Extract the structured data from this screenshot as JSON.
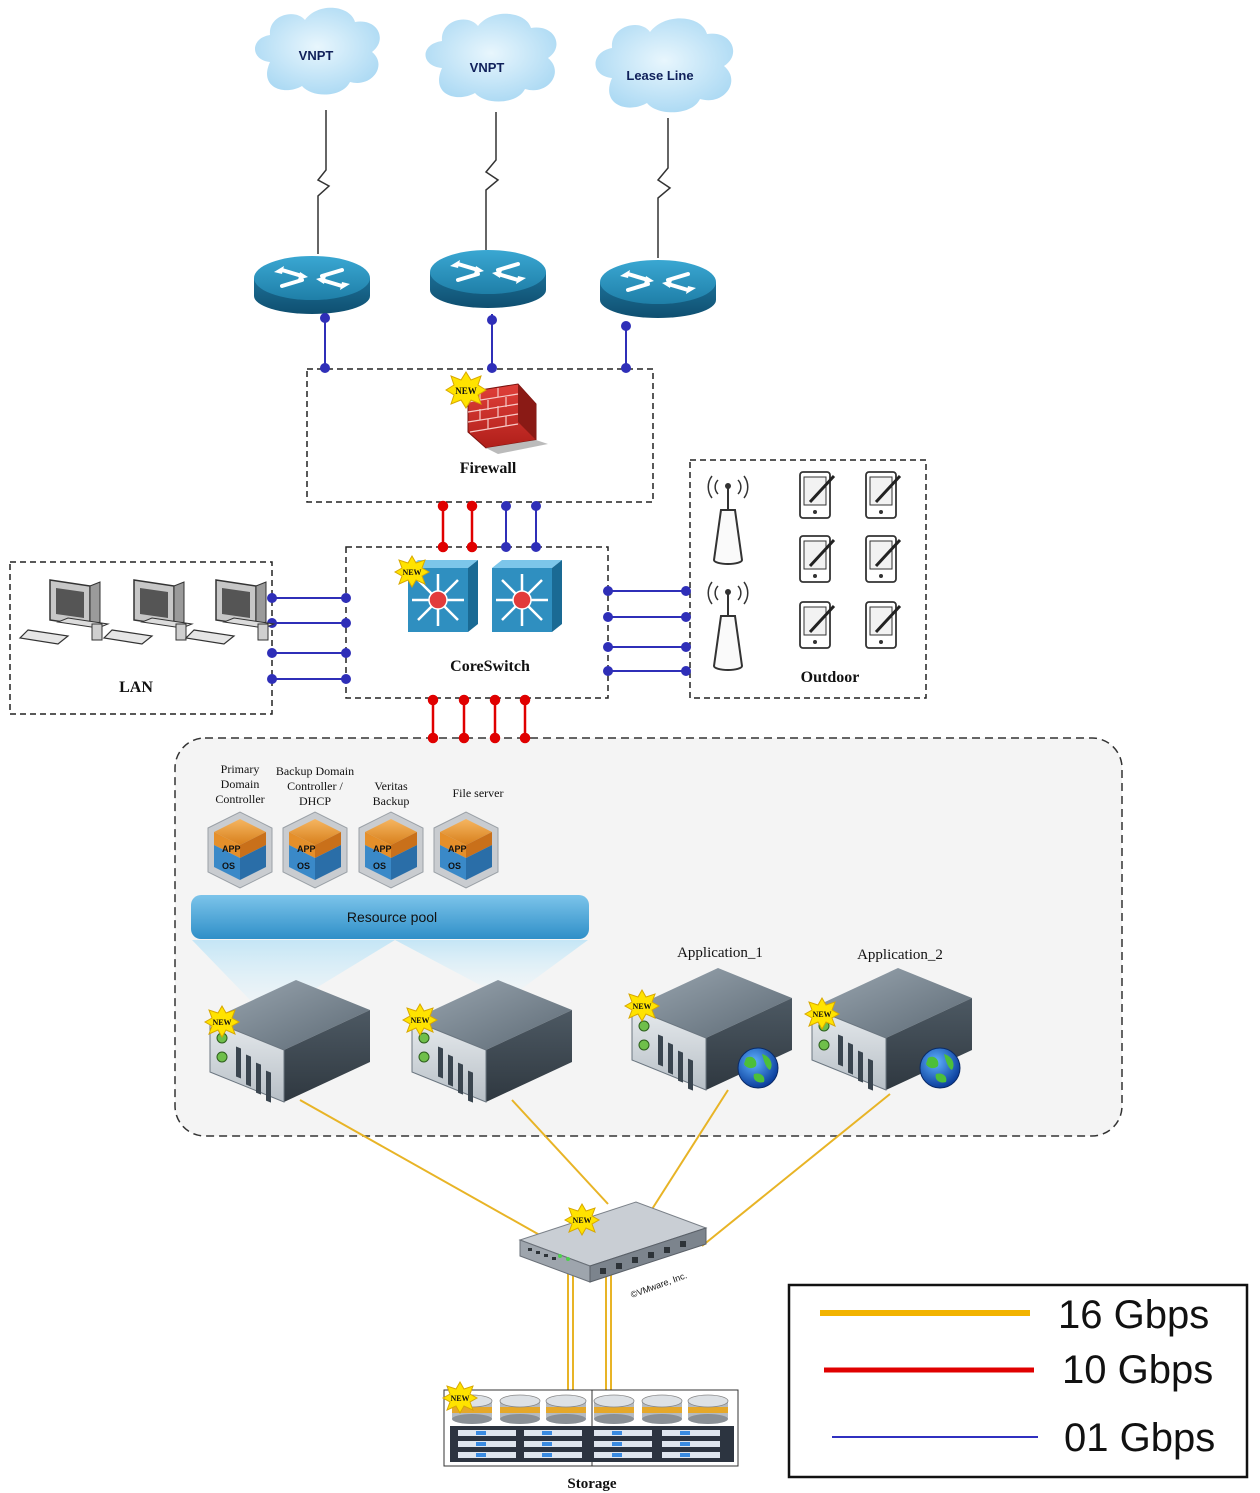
{
  "clouds": [
    {
      "label": "VNPT"
    },
    {
      "label": "VNPT"
    },
    {
      "label": "Lease Line"
    }
  ],
  "firewall": {
    "label": "Firewall",
    "badge": "NEW"
  },
  "core_switch": {
    "label": "CoreSwitch",
    "badge": "NEW"
  },
  "lan": {
    "label": "LAN"
  },
  "outdoor": {
    "label": "Outdoor"
  },
  "vms": [
    {
      "label_lines": [
        "Primary",
        "Domain",
        "Controller"
      ]
    },
    {
      "label_lines": [
        "Backup Domain",
        "Controller /",
        "DHCP"
      ]
    },
    {
      "label_lines": [
        "Veritas",
        "Backup"
      ]
    },
    {
      "label_lines": [
        "File server"
      ]
    }
  ],
  "vm_icon_text": {
    "app": "APP",
    "os": "OS"
  },
  "resource_pool": {
    "label": "Resource pool"
  },
  "applications": [
    {
      "label": "Application_1"
    },
    {
      "label": "Application_2"
    }
  ],
  "badge_text": "NEW",
  "fc_switch": {
    "copyright": "©VMware, Inc."
  },
  "storage": {
    "label": "Storage"
  },
  "legend": [
    {
      "label": "16 Gbps",
      "color": "#f2b300"
    },
    {
      "label": "10 Gbps",
      "color": "#e00000"
    },
    {
      "label": "01 Gbps",
      "color": "#3030c0"
    }
  ],
  "colors": {
    "link_16g": "#e8b426",
    "link_10g": "#e00000",
    "link_1g": "#2f2fb8",
    "router": "#1f7fa8",
    "switch": "#2f8fc0",
    "cloud": "#bfe3f7"
  }
}
